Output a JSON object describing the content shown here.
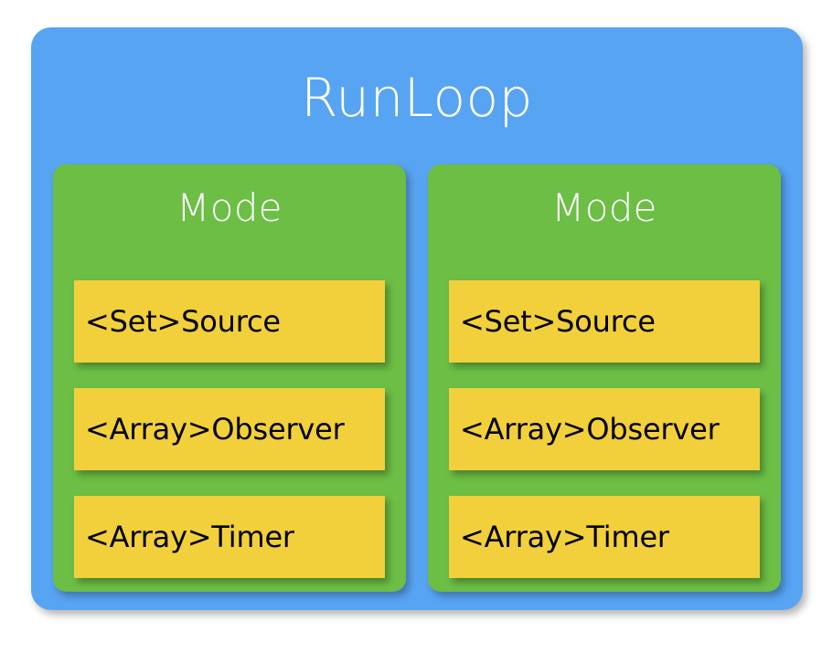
{
  "diagram": {
    "title": "RunLoop",
    "colors": {
      "outer_panel": "#57a4f2",
      "mode_box": "#6cbe45",
      "item_box": "#f2d03c",
      "title_text": "#ffffff",
      "item_text": "#000000",
      "background": "#ffffff"
    },
    "modes": [
      {
        "title": "Mode",
        "items": [
          {
            "label": "<Set>Source"
          },
          {
            "label": "<Array>Observer"
          },
          {
            "label": "<Array>Timer"
          }
        ]
      },
      {
        "title": "Mode",
        "items": [
          {
            "label": "<Set>Source"
          },
          {
            "label": "<Array>Observer"
          },
          {
            "label": "<Array>Timer"
          }
        ]
      }
    ]
  }
}
